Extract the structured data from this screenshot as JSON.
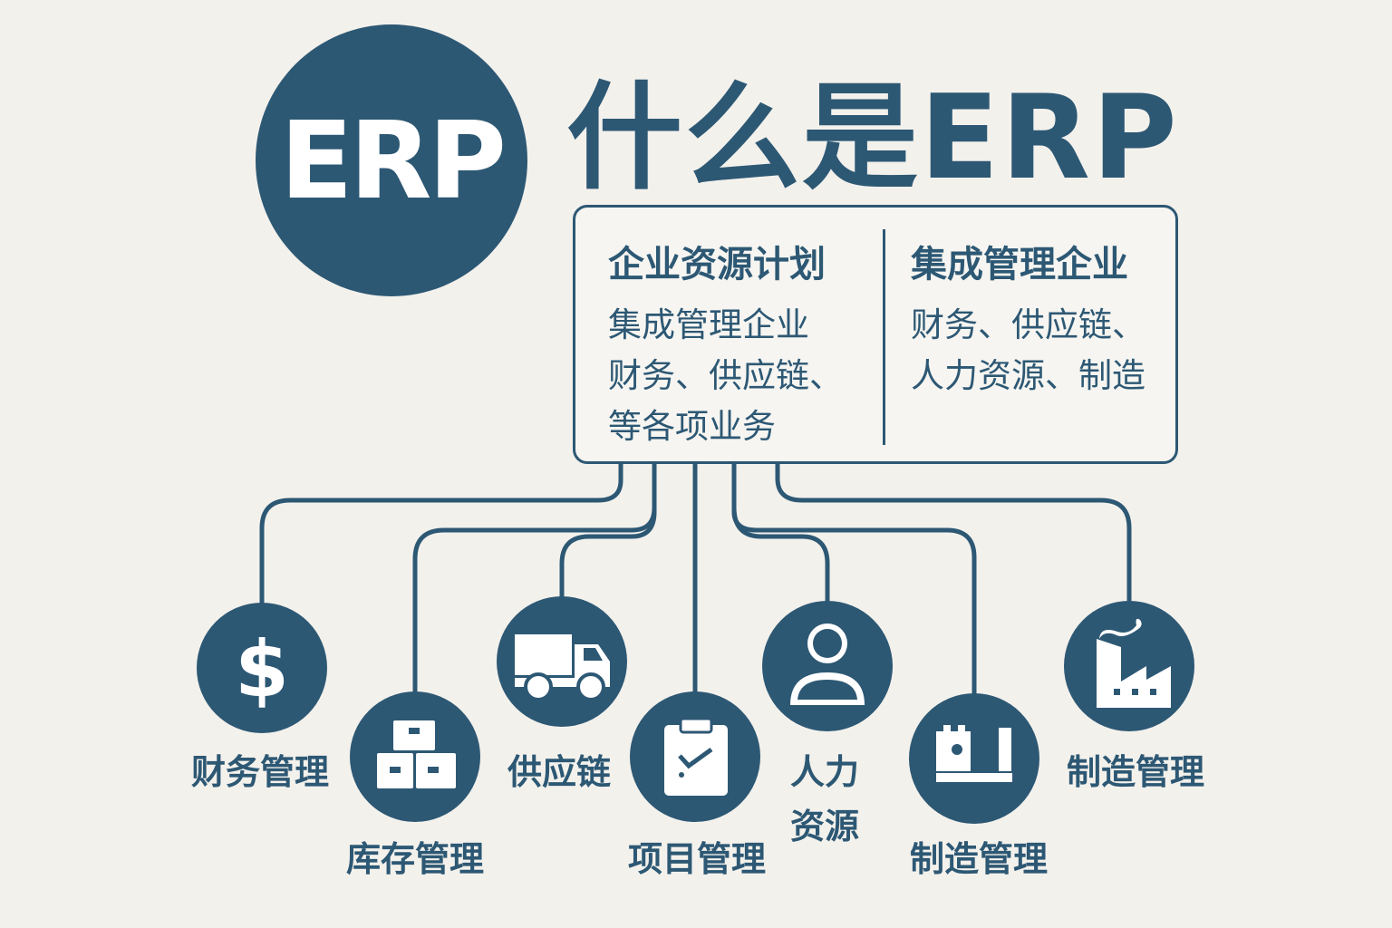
{
  "logo_text": "ERP",
  "title": "什么是ERP",
  "definition": {
    "left": {
      "heading": "企业资源计划",
      "lines": [
        "集成管理企业",
        "财务、供应链、",
        "等各项业务"
      ]
    },
    "right": {
      "heading": "集成管理企业",
      "lines": [
        "财务、供应链、",
        "人力资源、制造"
      ]
    }
  },
  "modules": [
    {
      "label": "财务管理",
      "icon": "dollar-icon"
    },
    {
      "label": "库存管理",
      "icon": "boxes-icon"
    },
    {
      "label": "供应链",
      "icon": "truck-icon"
    },
    {
      "label": "项目管理",
      "icon": "clipboard-check-icon"
    },
    {
      "label_line1": "人力",
      "label_line2": "资源",
      "icon": "person-icon"
    },
    {
      "label": "制造管理",
      "icon": "machine-icon"
    },
    {
      "label": "制造管理",
      "icon": "factory-icon"
    }
  ],
  "colors": {
    "primary": "#2d5874",
    "background": "#f3f1ec"
  }
}
